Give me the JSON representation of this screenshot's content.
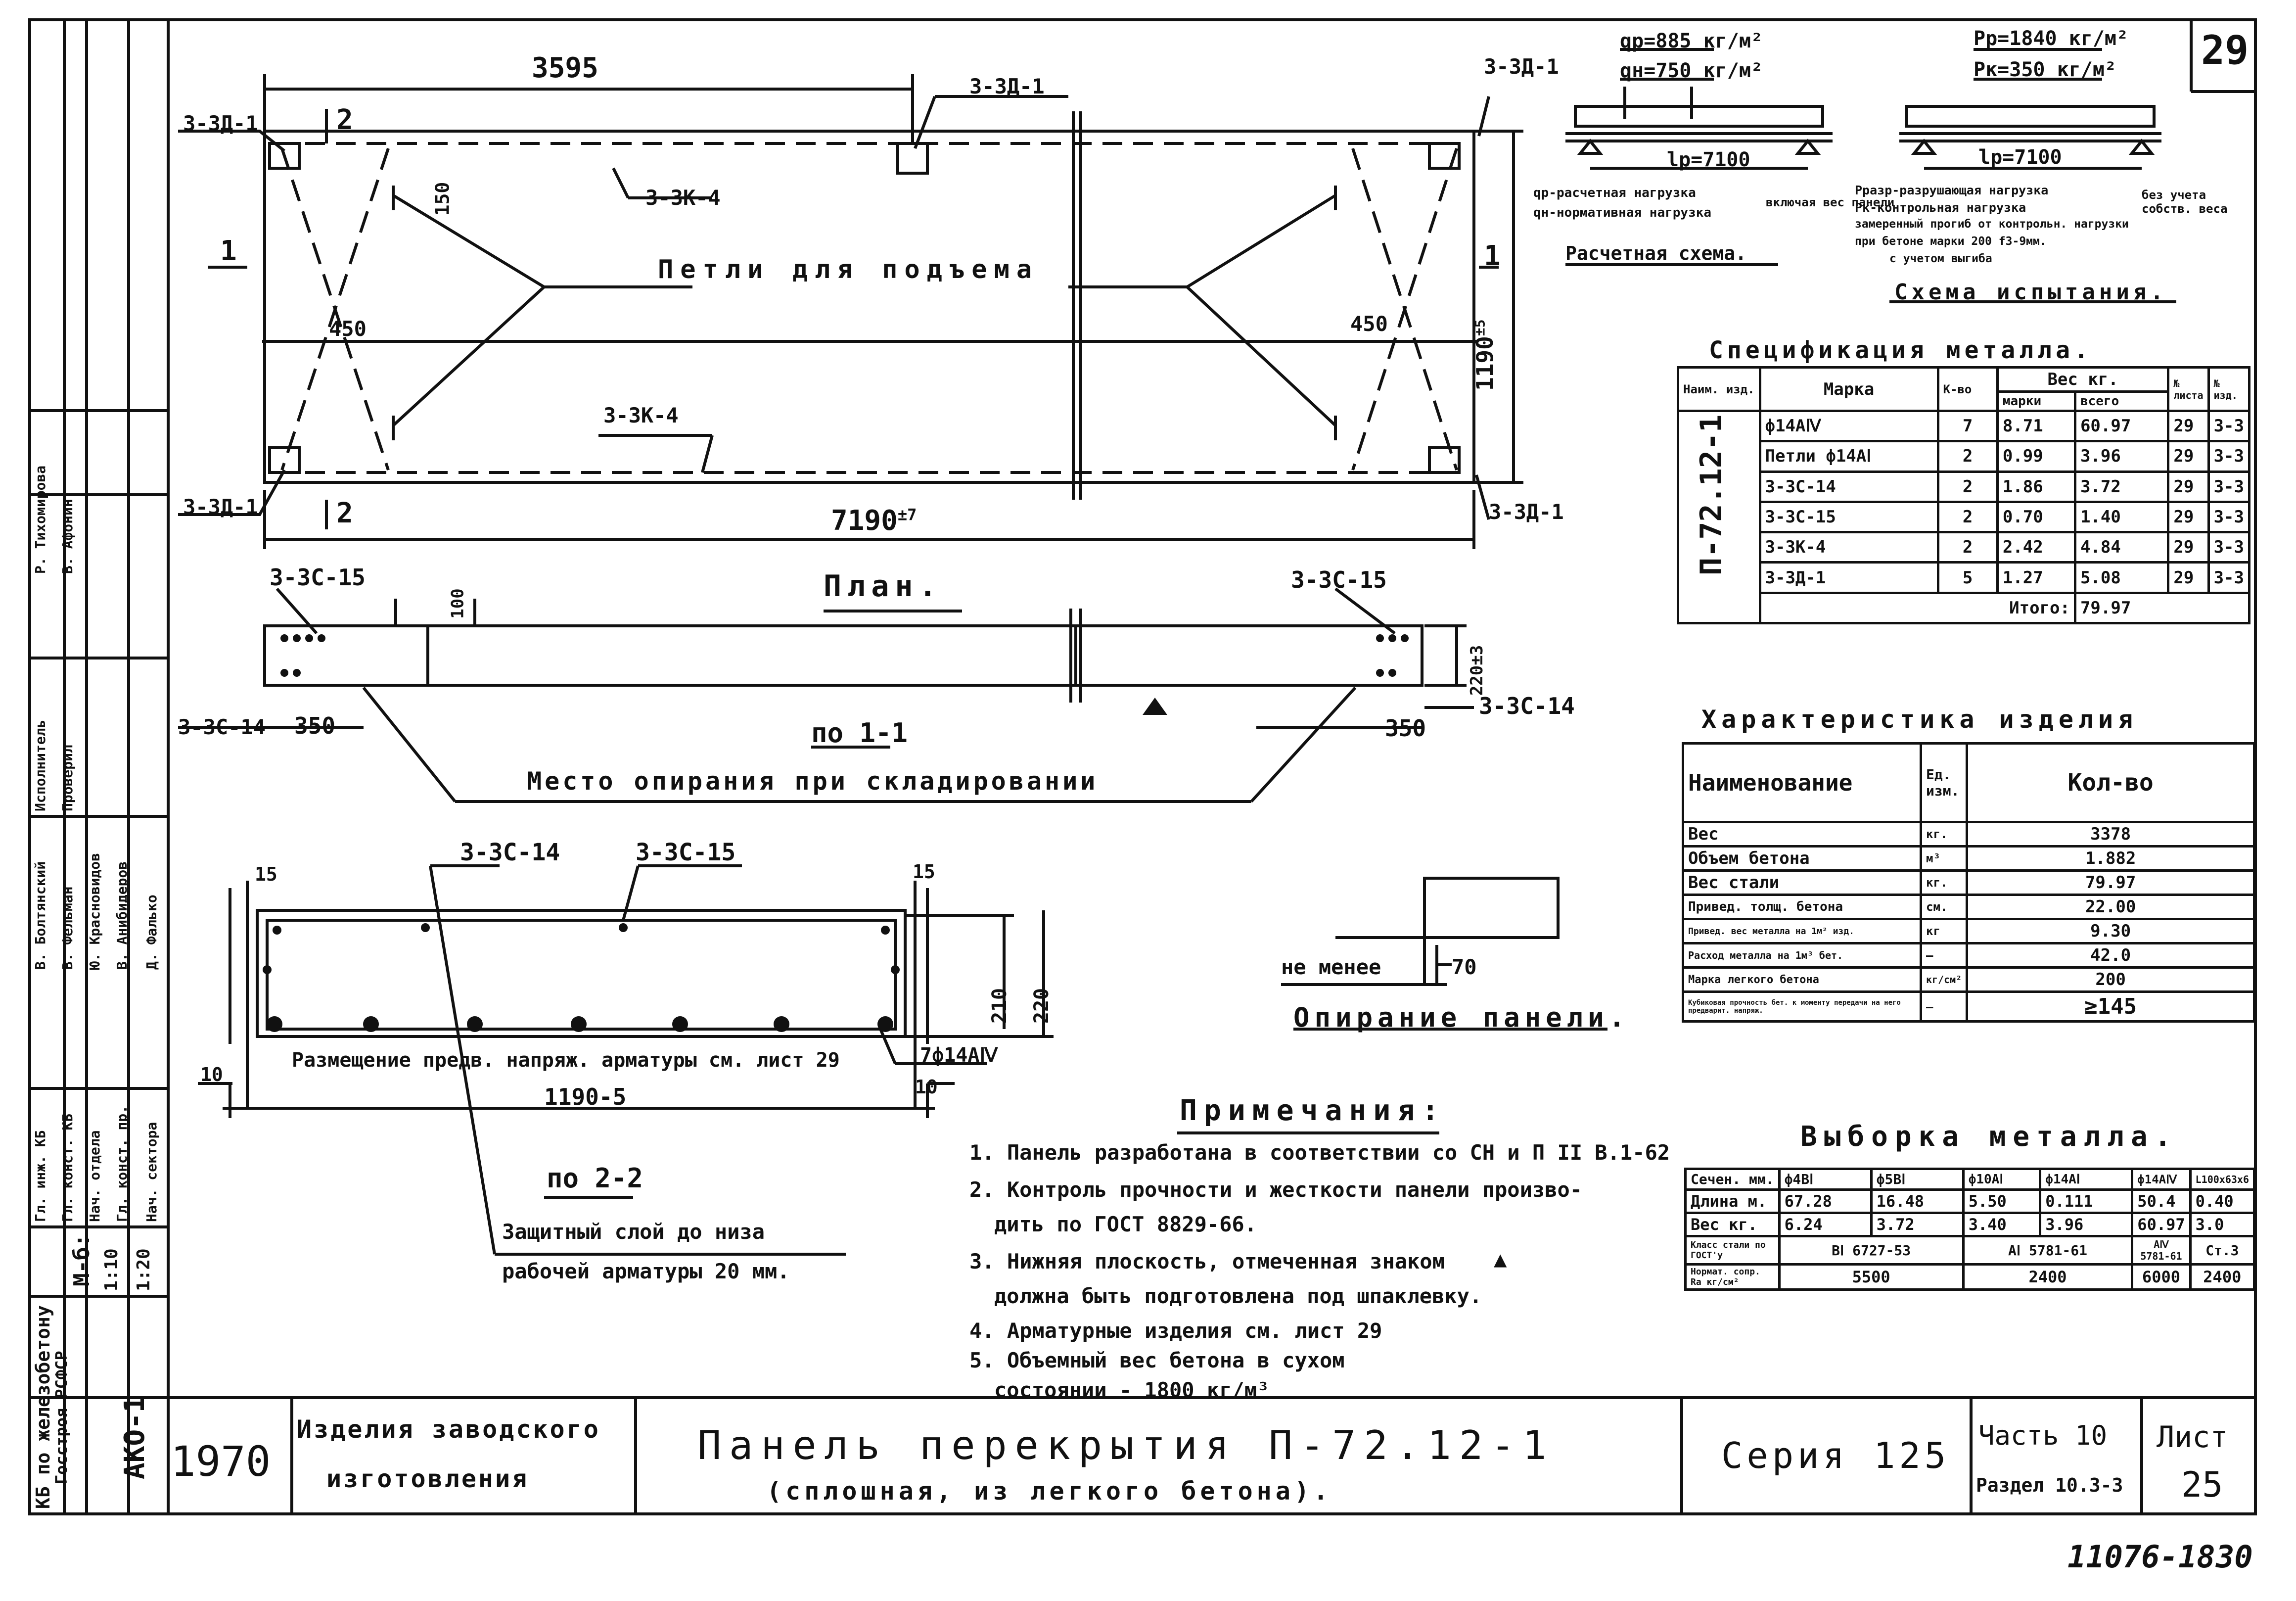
{
  "sheet": {
    "number_top": "29",
    "handwritten_bottom": "11076-18",
    "handwritten_page": "30"
  },
  "plan": {
    "dim_top": "3595",
    "dim_overall": "7190",
    "dim_overall_tol": "±7",
    "dim_height": "1190",
    "dim_height_tol": "±5",
    "dim_150": "150",
    "dim_450_left": "450",
    "dim_450_right": "450",
    "section_1": "1",
    "section_2": "2",
    "lift_loops": "Петли для подъема",
    "title": "План.",
    "mark_3_3d1": "3-3Д-1",
    "mark_3_3k4": "3-3К-4"
  },
  "section11": {
    "mark_3_3s15": "3-3С-15",
    "mark_3_3s14": "3-3С-14",
    "dim_100": "100",
    "dim_350": "350",
    "dim_220": "220±3",
    "title": "по 1-1",
    "support_note": "Место опирания при складировании"
  },
  "section22": {
    "mark_3_3s14": "3-3С-14",
    "mark_3_3s15": "3-3С-15",
    "dim_15": "15",
    "dim_210": "210",
    "dim_220": "220",
    "dim_10": "10",
    "dim_1190": "1190-5",
    "note_rebar": "Размещение предв. напряж. арматуры см. лист 29",
    "rebar": "7ф14АⅣ",
    "title": "по 2-2",
    "cover_note_1": "Защитный слой до низа",
    "cover_note_2": "рабочей арматуры 20 мм."
  },
  "support": {
    "label": "не менее",
    "dim": "70",
    "title": "Опирание панели."
  },
  "calc_scheme": {
    "q1": "qp=885 кг/м²",
    "q2": "qн=750 кг/м²",
    "span": "lp=7100",
    "note1": "qp-расчетная нагрузка",
    "note2": "qн-нормативная нагрузка",
    "note3": "включая вес панели",
    "title": "Расчетная схема."
  },
  "test_scheme": {
    "p1": "Pр=1840 кг/м²",
    "p2": "Pк=350 кг/м²",
    "span": "lp=7100",
    "notes": [
      "Рразр-разрушающая нагрузка",
      "Рк-контрольная нагрузка",
      "замеренный прогиб от контрольн. нагрузки",
      "при бетоне марки 200  f3-9мм.",
      "с учетом выгиба"
    ],
    "note_r": "без учета собств. веса",
    "title": "Схема испытания."
  },
  "spec_metal": {
    "title": "Спецификация металла.",
    "headers": [
      "Наим. изд.",
      "Марка",
      "К-во",
      "Вес кг.",
      "марки",
      "всего",
      "№ листа",
      "№ изд."
    ],
    "product": "П-72.12-1",
    "rows": [
      [
        "ф14АⅣ",
        "7",
        "8.71",
        "60.97",
        "29",
        "3-3"
      ],
      [
        "Петли ф14АⅠ",
        "2",
        "0.99",
        "3.96",
        "29",
        "3-3"
      ],
      [
        "3-3С-14",
        "2",
        "1.86",
        "3.72",
        "29",
        "3-3"
      ],
      [
        "3-3С-15",
        "2",
        "0.70",
        "1.40",
        "29",
        "3-3"
      ],
      [
        "3-3К-4",
        "2",
        "2.42",
        "4.84",
        "29",
        "3-3"
      ],
      [
        "3-3Д-1",
        "5",
        "1.27",
        "5.08",
        "29",
        "3-3"
      ]
    ],
    "total_label": "Итого:",
    "total": "79.97"
  },
  "characteristics": {
    "title": "Характеристика изделия",
    "headers": [
      "Наименование",
      "Ед. изм.",
      "Кол-во"
    ],
    "rows": [
      [
        "Вес",
        "кг.",
        "3378"
      ],
      [
        "Объем бетона",
        "м³",
        "1.882"
      ],
      [
        "Вес стали",
        "кг.",
        "79.97"
      ],
      [
        "Привед. толщ. бетона",
        "см.",
        "22.00"
      ],
      [
        "Привед. вес металла на 1м² изд.",
        "кг",
        "9.30"
      ],
      [
        "Расход металла на 1м³ бет.",
        "—",
        "42.0"
      ],
      [
        "Марка легкого бетона",
        "кг/см²",
        "200"
      ],
      [
        "Кубиковая прочность бет. к моменту передачи на него предварит. напряж.",
        "—",
        "≥145"
      ]
    ]
  },
  "selection": {
    "title": "Выборка металла.",
    "headers": [
      "Сечен. мм.",
      "ф4ВⅠ",
      "ф5ВⅠ",
      "ф10АⅠ",
      "ф14АⅠ",
      "ф14АⅣ",
      "L100х63х6"
    ],
    "rows": [
      [
        "Длина м.",
        "67.28",
        "16.48",
        "5.50",
        "0.111",
        "50.4",
        "0.40"
      ],
      [
        "Вес кг.",
        "6.24",
        "3.72",
        "3.40",
        "3.96",
        "60.97",
        "3.0"
      ]
    ],
    "class_label": "Класс стали по ГОСТ'у",
    "class_vals": [
      "ВⅠ 6727-53",
      "АⅠ 5781-61",
      "АⅣ 5781-61",
      "Ст.3"
    ],
    "norm_label": "Нормат. сопр. Ra кг/см²",
    "norm_vals": [
      "5500",
      "2400",
      "6000",
      "2400"
    ]
  },
  "notes": {
    "title": "Примечания:",
    "items": [
      "1. Панель разработана в соответствии со СН и П II В.1-62",
      "2. Контроль прочности и жесткости панели произво-",
      "дить по ГОСТ 8829-66.",
      "3. Нижняя плоскость, отмеченная знаком",
      "должна быть подготовлена под шпаклевку.",
      "4. Арматурные изделия см. лист 29",
      "5. Объемный вес бетона в сухом",
      "состоянии - 1800 кг/м³"
    ]
  },
  "title_block": {
    "year": "1970",
    "category_1": "Изделия заводского",
    "category_2": "изготовления",
    "title_1": "Панель перекрытия П-72.12-1",
    "title_2": "(сплошная, из легкого бетона).",
    "series": "Серия 125",
    "part": "Часть 10",
    "section": "Раздел 10.3-3",
    "sheet_label": "Лист",
    "sheet_no": "25",
    "org_1": "КБ по железобетону",
    "org_2": "Госстроя РСФСР",
    "code": "АКО-1",
    "scale_label": "М-б:",
    "scale_1": "1:10",
    "scale_2": "1:20",
    "roles": [
      "Гл. инж. КБ",
      "Гл. конст. КБ",
      "Нач. отдела",
      "Гл. конст. пр.",
      "Нач. сектора"
    ],
    "names": [
      "В. Болтянский",
      "В. Фельман",
      "Ю. Красновидов",
      "В. Анибидеров",
      "Д. Фалько"
    ],
    "roles2": [
      "Исполнитель",
      "Проверил"
    ],
    "names2": [
      "Р. Тихомирова",
      "В. Афонин"
    ]
  }
}
